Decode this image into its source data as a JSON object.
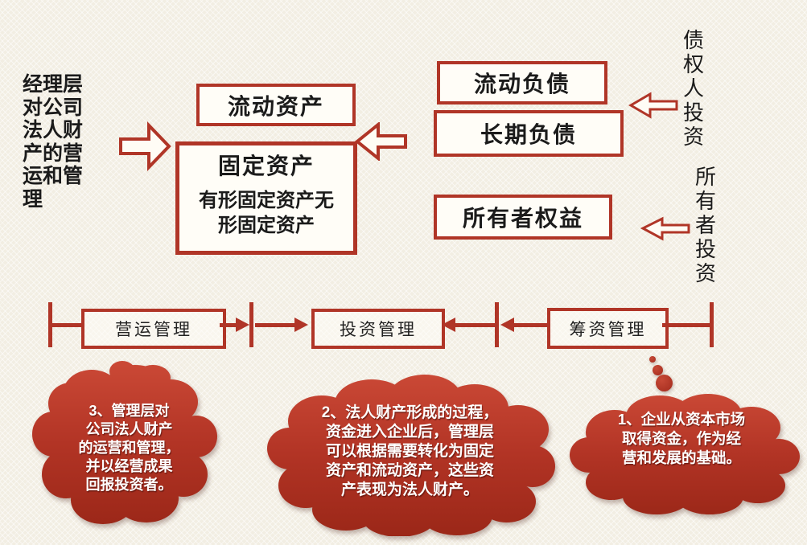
{
  "colors": {
    "accent": "#b03527",
    "background": "#f2eee3",
    "cloud_top": "#cb4936",
    "cloud_bottom": "#9b2718",
    "bubble_text": "#ffffff"
  },
  "notes": {
    "manager": "经理层\n对公司\n法人财\n产的营\n运和管\n理",
    "creditor": "债\n权\n人\n投\n资",
    "owner": "所\n有\n者\n投\n资"
  },
  "assets": {
    "current": "流动资产",
    "fixed_title": "固定资产",
    "fixed_detail": "有形固定资产无\n形固定资产"
  },
  "liabilities": {
    "current": "流动负债",
    "long_term": "长期负债",
    "owners_equity": "所有者权益"
  },
  "timeline": {
    "operations": "营运管理",
    "investment": "投资管理",
    "financing": "筹资管理"
  },
  "bubbles": {
    "b3": "3、管理层对\n公司法人财产\n的运营和管理，\n并以经营成果\n回报投资者。",
    "b2": "2、法人财产形成的过程，\n资金进入企业后，管理层\n可以根据需要转化为固定\n资产和流动资产，这些资\n产表现为法人财产。",
    "b1": "1、企业从资本市场\n取得资金，作为经\n营和发展的基础。"
  }
}
